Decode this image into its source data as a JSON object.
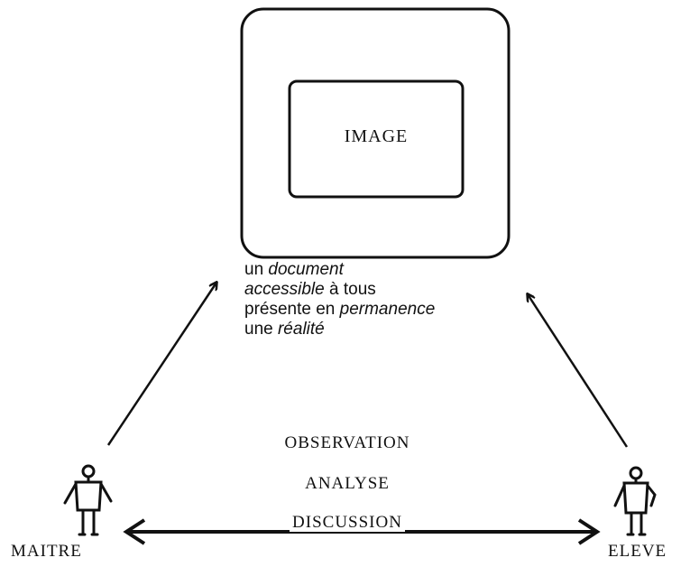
{
  "image_box": {
    "label": "IMAGE"
  },
  "caption": {
    "line1_a": "un ",
    "line1_b": "document",
    "line2_a": "accessible",
    "line2_b": " à tous",
    "line3_a": "présente en ",
    "line3_b": "permanence",
    "line4_a": "une ",
    "line4_b": "réalité"
  },
  "activities": {
    "observation": "OBSERVATION",
    "analyse": "ANALYSE",
    "discussion": "DISCUSSION"
  },
  "roles": {
    "maitre": "MAITRE",
    "eleve": "ELEVE"
  },
  "colors": {
    "ink": "#111111",
    "background": "#ffffff"
  }
}
